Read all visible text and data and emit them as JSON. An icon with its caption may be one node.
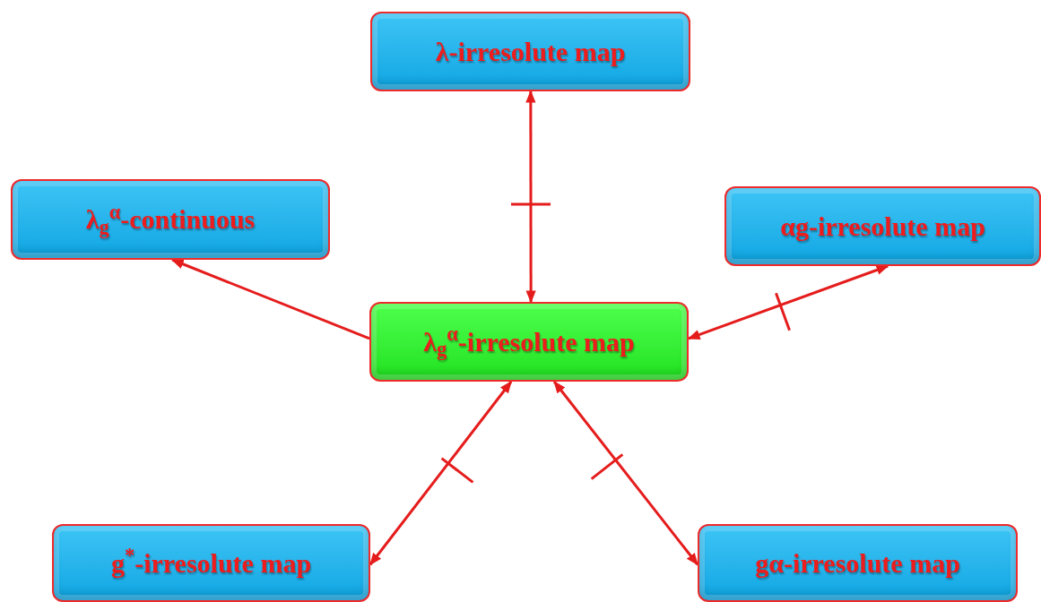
{
  "diagram": {
    "nodes": [
      {
        "text": [
          "λ-irresolute map"
        ]
      },
      {
        "text": [
          "λ$_{g}$$^{α}$-continuous"
        ]
      },
      {
        "text": [
          "αg-irresolute map"
        ]
      },
      {
        "text": [
          "λ$_{g}$$^{α}$-irresolute map"
        ]
      },
      {
        "text": [
          "g$^{*}$-irresolute map"
        ]
      },
      {
        "text": [
          "gα-irresolute map"
        ]
      }
    ],
    "edges": [
      {
        "from": 3,
        "to": 0,
        "arrow": "both"
      },
      {
        "from": 3,
        "to": 1,
        "arrow": "to"
      },
      {
        "from": 3,
        "to": 2,
        "arrow": "both"
      },
      {
        "from": 3,
        "to": 4,
        "arrow": "both"
      },
      {
        "from": 3,
        "to": 5,
        "arrow": "both"
      }
    ]
  }
}
